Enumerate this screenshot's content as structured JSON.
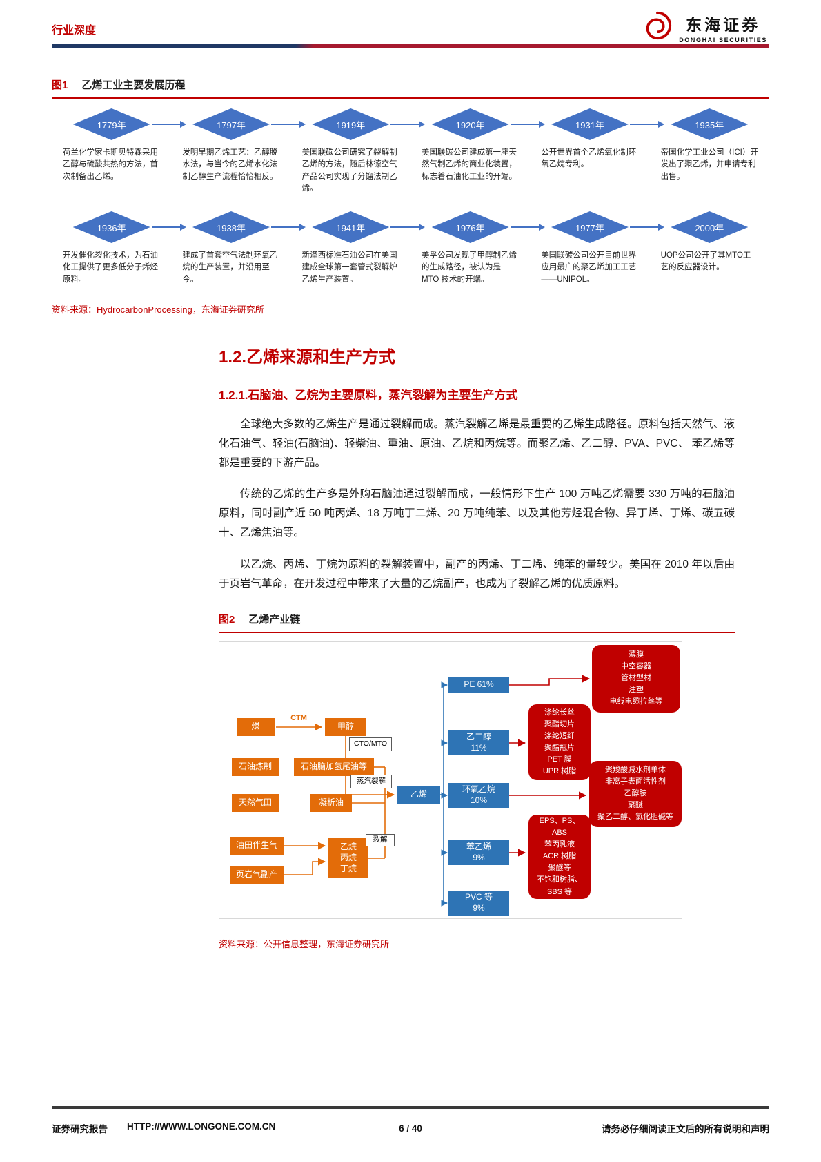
{
  "header": {
    "category": "行业深度",
    "brand_cn": "东海证券",
    "brand_en": "DONGHAI SECURITIES"
  },
  "figure1": {
    "caption_tag": "图1",
    "caption_title": "乙烯工业主要发展历程",
    "source": "资料来源：HydrocarbonProcessing，东海证券研究所",
    "row1": [
      {
        "year": "1779年",
        "text": "荷兰化学家卡斯贝特森采用乙醇与硫酸共热的方法，首次制备出乙烯。"
      },
      {
        "year": "1797年",
        "text": "发明早期乙烯工艺：乙醇脱水法，与当今的乙烯水化法制乙醇生产流程恰恰相反。"
      },
      {
        "year": "1919年",
        "text": "美国联碳公司研究了裂解制乙烯的方法，随后林德空气产品公司实现了分馏法制乙烯。"
      },
      {
        "year": "1920年",
        "text": "美国联碳公司建成第一座天然气制乙烯的商业化装置，标志着石油化工业的开端。"
      },
      {
        "year": "1931年",
        "text": "公开世界首个乙烯氧化制环氧乙烷专利。"
      },
      {
        "year": "1935年",
        "text": "帝国化学工业公司（ICI）开发出了聚乙烯，并申请专利出售。"
      }
    ],
    "row2": [
      {
        "year": "1936年",
        "text": "开发催化裂化技术，为石油化工提供了更多低分子烯烃原料。"
      },
      {
        "year": "1938年",
        "text": "建成了首套空气法制环氧乙烷的生产装置，并沿用至今。"
      },
      {
        "year": "1941年",
        "text": "新泽西标准石油公司在美国建成全球第一套管式裂解炉乙烯生产装置。"
      },
      {
        "year": "1976年",
        "text": "美孚公司发现了甲醇制乙烯的生成路径，被认为是 MTO 技术的开端。"
      },
      {
        "year": "1977年",
        "text": "美国联碳公司公开目前世界应用最广的聚乙烯加工工艺——UNIPOL。"
      },
      {
        "year": "2000年",
        "text": "UOP公司公开了其MTO工艺的反应器设计。"
      }
    ]
  },
  "section": {
    "h2": "1.2.乙烯来源和生产方式",
    "h3": "1.2.1.石脑油、乙烷为主要原料，蒸汽裂解为主要生产方式",
    "p1": "全球绝大多数的乙烯生产是通过裂解而成。蒸汽裂解乙烯是最重要的乙烯生成路径。原料包括天然气、液化石油气、轻油(石脑油)、轻柴油、重油、原油、乙烷和丙烷等。而聚乙烯、乙二醇、PVA、PVC、 苯乙烯等都是重要的下游产品。",
    "p2": "传统的乙烯的生产多是外购石脑油通过裂解而成，一般情形下生产 100 万吨乙烯需要 330 万吨的石脑油原料，同时副产近 50 吨丙烯、18 万吨丁二烯、20 万吨纯苯、以及其他芳烃混合物、异丁烯、丁烯、碳五碳十、乙烯焦油等。",
    "p3": "以乙烷、丙烯、丁烷为原料的裂解装置中，副产的丙烯、丁二烯、纯苯的量较少。美国在 2010 年以后由于页岩气革命，在开发过程中带来了大量的乙烷副产，也成为了裂解乙烯的优质原料。"
  },
  "figure2": {
    "caption_tag": "图2",
    "caption_title": "乙烯产业链",
    "source": "资料来源：公开信息整理，东海证券研究所",
    "nodes": {
      "coal": "煤",
      "ctm": "CTM",
      "methanol": "甲醇",
      "cto_mto": "CTO/MTO",
      "refining": "石油炼制",
      "naphtha": "石油脑加氢尾油等",
      "steam_cracking": "蒸汽裂解",
      "gas_field": "天然气田",
      "condensate": "凝析油",
      "associated_gas": "油田伴生气",
      "ethane_propane_butane": "乙烷\n丙烷\n丁烷",
      "cracking": "裂解",
      "shale_gas": "页岩气副产",
      "ethylene": "乙烯",
      "pe": "PE 61%",
      "meg": "乙二醇\n11%",
      "eo": "环氧乙烷\n10%",
      "styrene": "苯乙烯\n9%",
      "pvc": "PVC 等\n9%",
      "pe_downstream": "薄膜\n中空容器\n管材型材\n注塑\n电线电缆拉丝等",
      "meg_downstream": "涤纶长丝\n聚酯切片\n涤纶短纤\n聚酯瓶片\nPET 膜\nUPR 树脂",
      "eo_downstream": "聚羧酸减水剂单体\n非离子表面活性剂\n乙醇胺\n聚醚\n聚乙二醇、氯化胆碱等",
      "styrene_downstream": "EPS、PS、ABS\n苯丙乳液\nACR 树脂\n聚醚等\n不饱和树脂、SBS 等"
    },
    "colors": {
      "orange": "#E36C09",
      "blue": "#2E74B5",
      "red": "#C00000"
    }
  },
  "footer": {
    "report_type": "证券研究报告",
    "url": "HTTP://WWW.LONGONE.COM.CN",
    "page": "6 / 40",
    "disclaimer": "请务必仔细阅读正文后的所有说明和声明"
  }
}
